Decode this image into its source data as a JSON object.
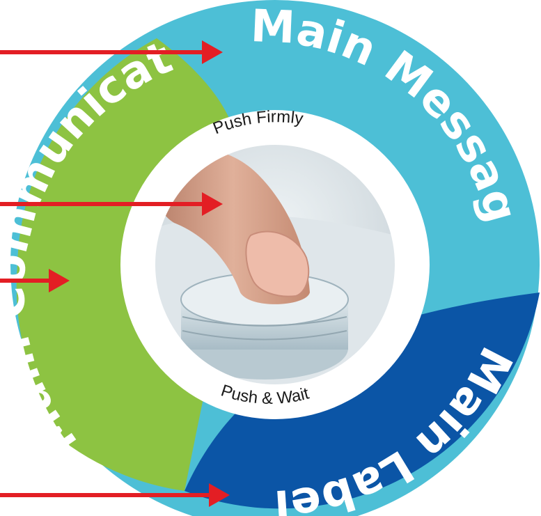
{
  "labels": {
    "main_message": "Main Message",
    "main_communication": "Main Communication",
    "main_label": "Main Label",
    "push_firmly": "Push Firmly",
    "push_wait": "Push & Wait"
  },
  "colors": {
    "cyan": "#4dbfd6",
    "green": "#8dc342",
    "blue": "#0b55a6",
    "arrow": "#e31e24",
    "white": "#ffffff"
  },
  "icons": {
    "arrows": "arrow-right-icon",
    "photo": "finger-pressing-button-photo"
  }
}
